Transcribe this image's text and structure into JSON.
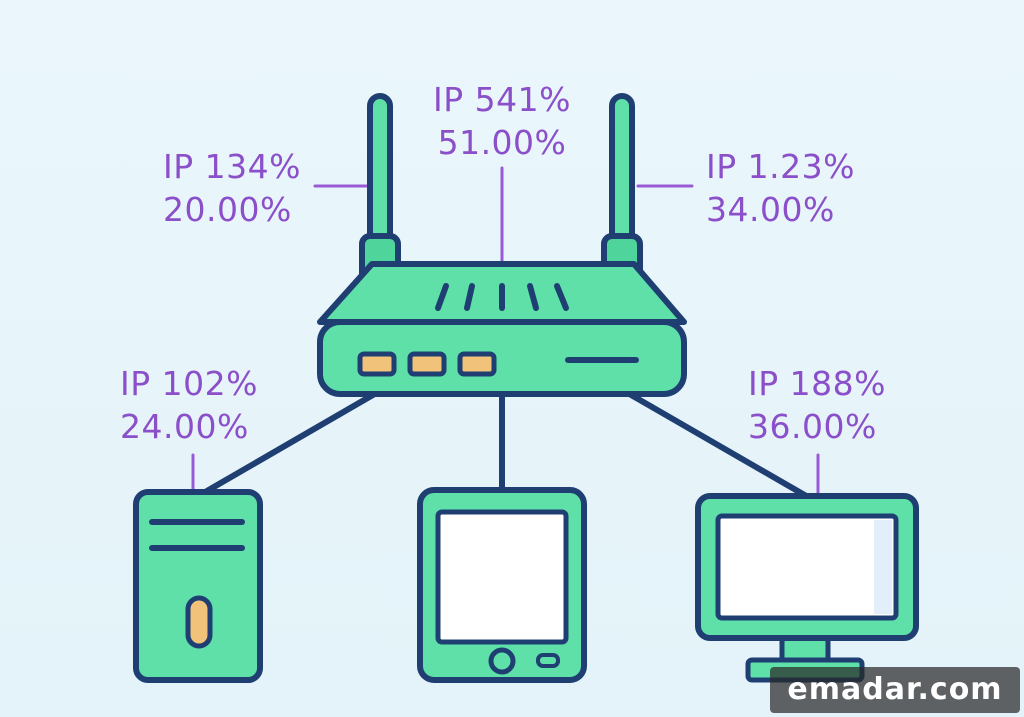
{
  "colors": {
    "outline": "#1f3f73",
    "device_fill": "#5ee0a8",
    "device_fill_dark": "#3ec88e",
    "screen_fill": "#ffffff",
    "leader_line": "#9a5ad6",
    "label_text": "#8a4fc9",
    "led": "#f0c27a"
  },
  "labels": {
    "top_center": {
      "ip": "IP 541%",
      "share": "51.00%"
    },
    "top_left": {
      "ip": "IP 134%",
      "share": "20.00%"
    },
    "top_right": {
      "ip": "IP 1.23%",
      "share": "34.00%"
    },
    "mid_left": {
      "ip": "IP 102%",
      "share": "24.00%"
    },
    "mid_right": {
      "ip": "IP 188%",
      "share": "36.00%"
    }
  },
  "devices": {
    "router": {
      "icon": "router-icon"
    },
    "left": {
      "icon": "desktop-tower-icon"
    },
    "center": {
      "icon": "tablet-icon"
    },
    "right": {
      "icon": "monitor-icon"
    }
  },
  "watermark": "emadar.com"
}
